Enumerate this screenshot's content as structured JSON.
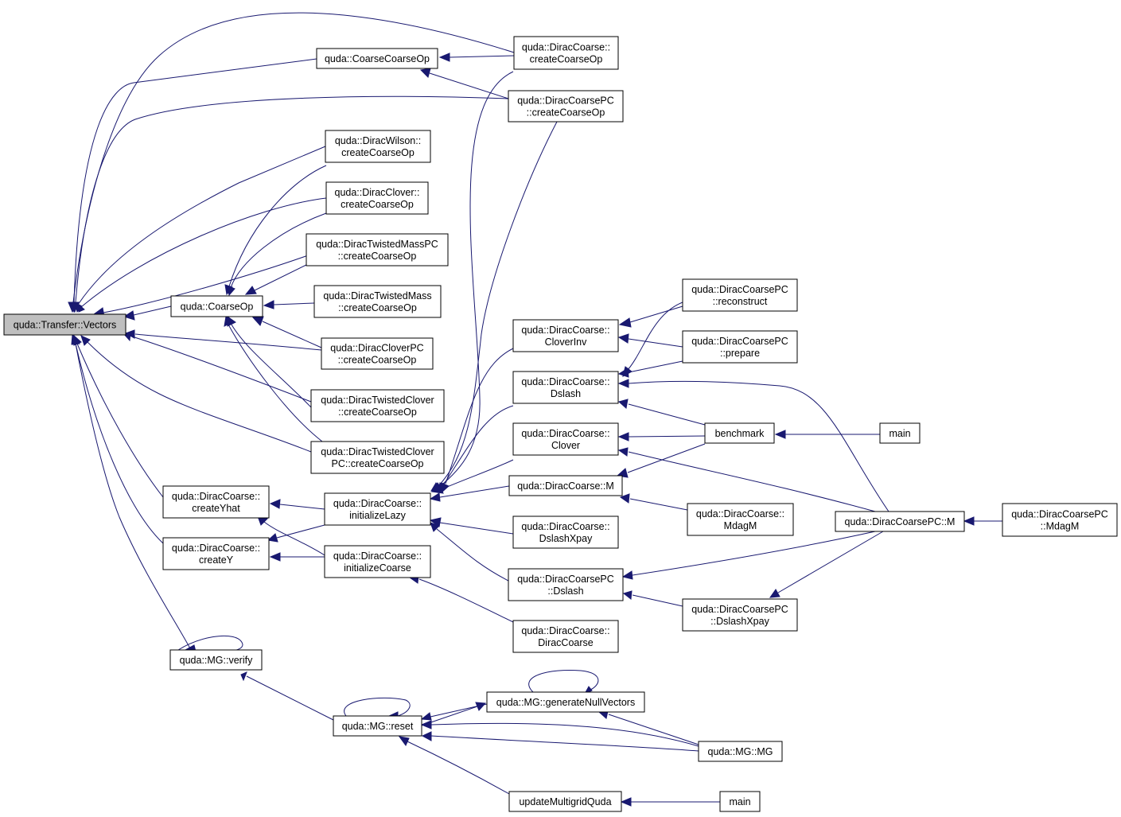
{
  "diagram": {
    "root": "quda::Transfer::Vectors",
    "nodes": [
      {
        "id": "vectors",
        "lines": [
          "quda::Transfer::Vectors"
        ],
        "root": true
      },
      {
        "id": "coarsecoarseop",
        "lines": [
          "quda::CoarseCoarseOp"
        ]
      },
      {
        "id": "dc_createcoarseop",
        "lines": [
          "quda::DiracCoarse::",
          "createCoarseOp"
        ]
      },
      {
        "id": "dcpc_createcoarseop",
        "lines": [
          "quda::DiracCoarsePC",
          "::createCoarseOp"
        ]
      },
      {
        "id": "dwilson_createcoarseop",
        "lines": [
          "quda::DiracWilson::",
          "createCoarseOp"
        ]
      },
      {
        "id": "dclover_createcoarseop",
        "lines": [
          "quda::DiracClover::",
          "createCoarseOp"
        ]
      },
      {
        "id": "dtmpc_createcoarseop",
        "lines": [
          "quda::DiracTwistedMassPC",
          "::createCoarseOp"
        ]
      },
      {
        "id": "coarseop",
        "lines": [
          "quda::CoarseOp"
        ]
      },
      {
        "id": "dtm_createcoarseop",
        "lines": [
          "quda::DiracTwistedMass",
          "::createCoarseOp"
        ]
      },
      {
        "id": "dcloverpc_createcoarseop",
        "lines": [
          "quda::DiracCloverPC",
          "::createCoarseOp"
        ]
      },
      {
        "id": "dtc_createcoarseop",
        "lines": [
          "quda::DiracTwistedClover",
          "::createCoarseOp"
        ]
      },
      {
        "id": "dtcpc_createcoarseop",
        "lines": [
          "quda::DiracTwistedClover",
          "PC::createCoarseOp"
        ]
      },
      {
        "id": "createyhat",
        "lines": [
          "quda::DiracCoarse::",
          "createYhat"
        ]
      },
      {
        "id": "createy",
        "lines": [
          "quda::DiracCoarse::",
          "createY"
        ]
      },
      {
        "id": "initializelazy",
        "lines": [
          "quda::DiracCoarse::",
          "initializeLazy"
        ]
      },
      {
        "id": "initializecoarse",
        "lines": [
          "quda::DiracCoarse::",
          "initializeCoarse"
        ]
      },
      {
        "id": "mgverify",
        "lines": [
          "quda::MG::verify"
        ]
      },
      {
        "id": "mgreset",
        "lines": [
          "quda::MG::reset"
        ]
      },
      {
        "id": "cloverinv",
        "lines": [
          "quda::DiracCoarse::",
          "CloverInv"
        ]
      },
      {
        "id": "dslash",
        "lines": [
          "quda::DiracCoarse::",
          "Dslash"
        ]
      },
      {
        "id": "clover",
        "lines": [
          "quda::DiracCoarse::",
          "Clover"
        ]
      },
      {
        "id": "dcm",
        "lines": [
          "quda::DiracCoarse::M"
        ]
      },
      {
        "id": "dslashxpay",
        "lines": [
          "quda::DiracCoarse::",
          "DslashXpay"
        ]
      },
      {
        "id": "dcpcdslash",
        "lines": [
          "quda::DiracCoarsePC",
          "::Dslash"
        ]
      },
      {
        "id": "diraccoarsector",
        "lines": [
          "quda::DiracCoarse::",
          "DiracCoarse"
        ]
      },
      {
        "id": "reconstruct",
        "lines": [
          "quda::DiracCoarsePC",
          "::reconstruct"
        ]
      },
      {
        "id": "prepare",
        "lines": [
          "quda::DiracCoarsePC",
          "::prepare"
        ]
      },
      {
        "id": "benchmark",
        "lines": [
          "benchmark"
        ]
      },
      {
        "id": "main1",
        "lines": [
          "main"
        ]
      },
      {
        "id": "mdagm",
        "lines": [
          "quda::DiracCoarse::",
          "MdagM"
        ]
      },
      {
        "id": "dcpcm",
        "lines": [
          "quda::DiracCoarsePC::M"
        ]
      },
      {
        "id": "dcpcmdagm",
        "lines": [
          "quda::DiracCoarsePC",
          "::MdagM"
        ]
      },
      {
        "id": "dcpcdslashxpay",
        "lines": [
          "quda::DiracCoarsePC",
          "::DslashXpay"
        ]
      },
      {
        "id": "gennull",
        "lines": [
          "quda::MG::generateNullVectors"
        ]
      },
      {
        "id": "mgmg",
        "lines": [
          "quda::MG::MG"
        ]
      },
      {
        "id": "updatemg",
        "lines": [
          "updateMultigridQuda"
        ]
      },
      {
        "id": "main2",
        "lines": [
          "main"
        ]
      }
    ]
  }
}
